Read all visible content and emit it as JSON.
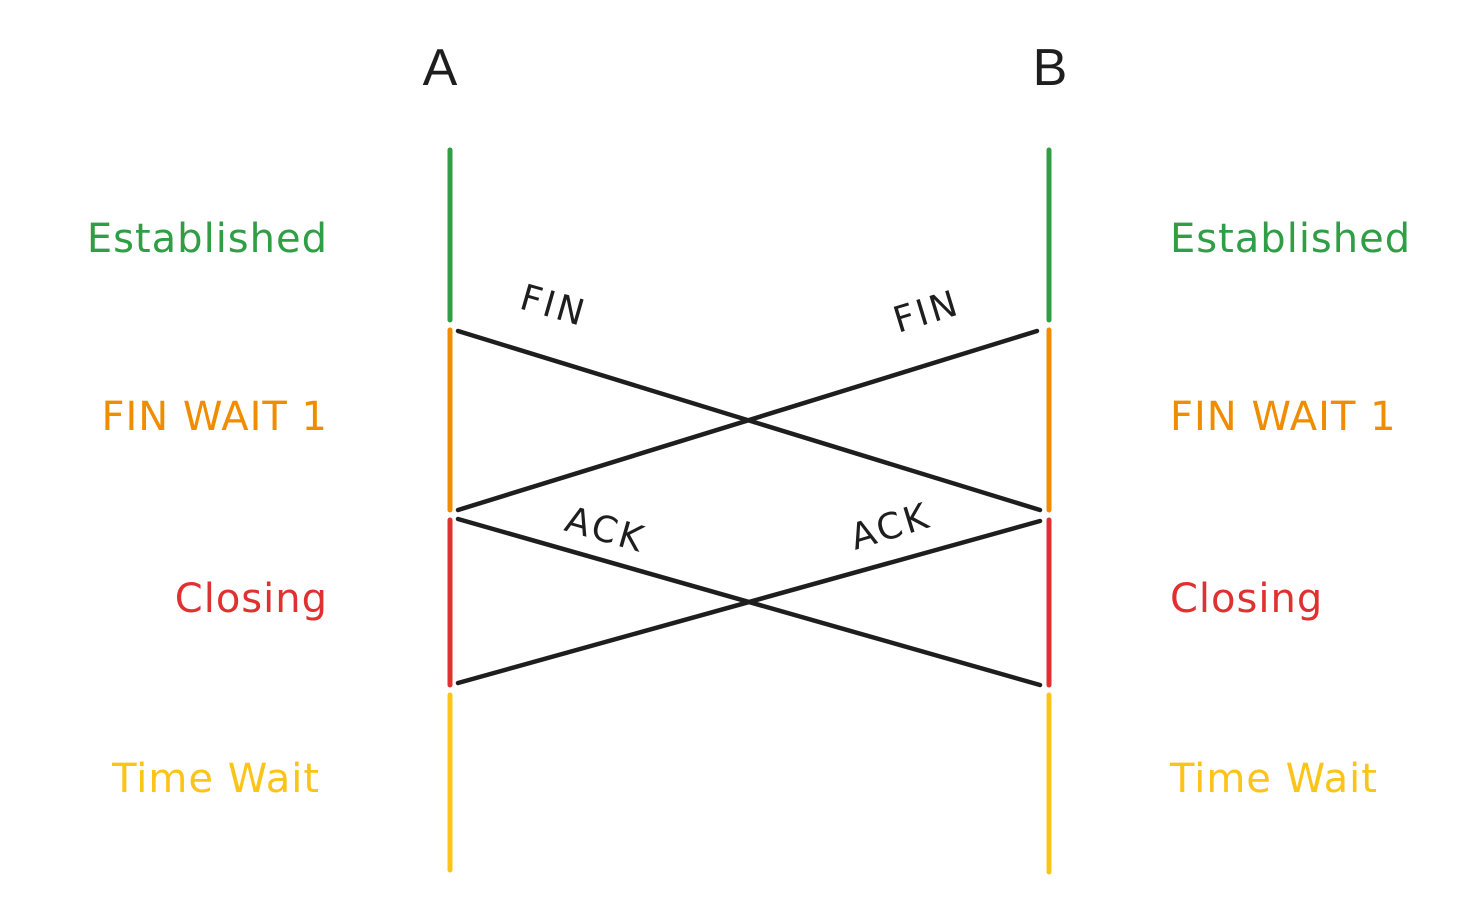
{
  "actors": {
    "left": "A",
    "right": "B"
  },
  "states": [
    {
      "label": "Established",
      "color": "#2f9e44"
    },
    {
      "label": "FIN WAIT 1",
      "color": "#f08c00"
    },
    {
      "label": "Closing",
      "color": "#e03131"
    },
    {
      "label": "Time Wait",
      "color": "#fcc419"
    }
  ],
  "messages": [
    {
      "label": "FIN",
      "from": "A",
      "to": "B"
    },
    {
      "label": "FIN",
      "from": "B",
      "to": "A"
    },
    {
      "label": "ACK",
      "from": "A",
      "to": "B"
    },
    {
      "label": "ACK",
      "from": "B",
      "to": "A"
    }
  ],
  "line_color": "#1e1e1e"
}
